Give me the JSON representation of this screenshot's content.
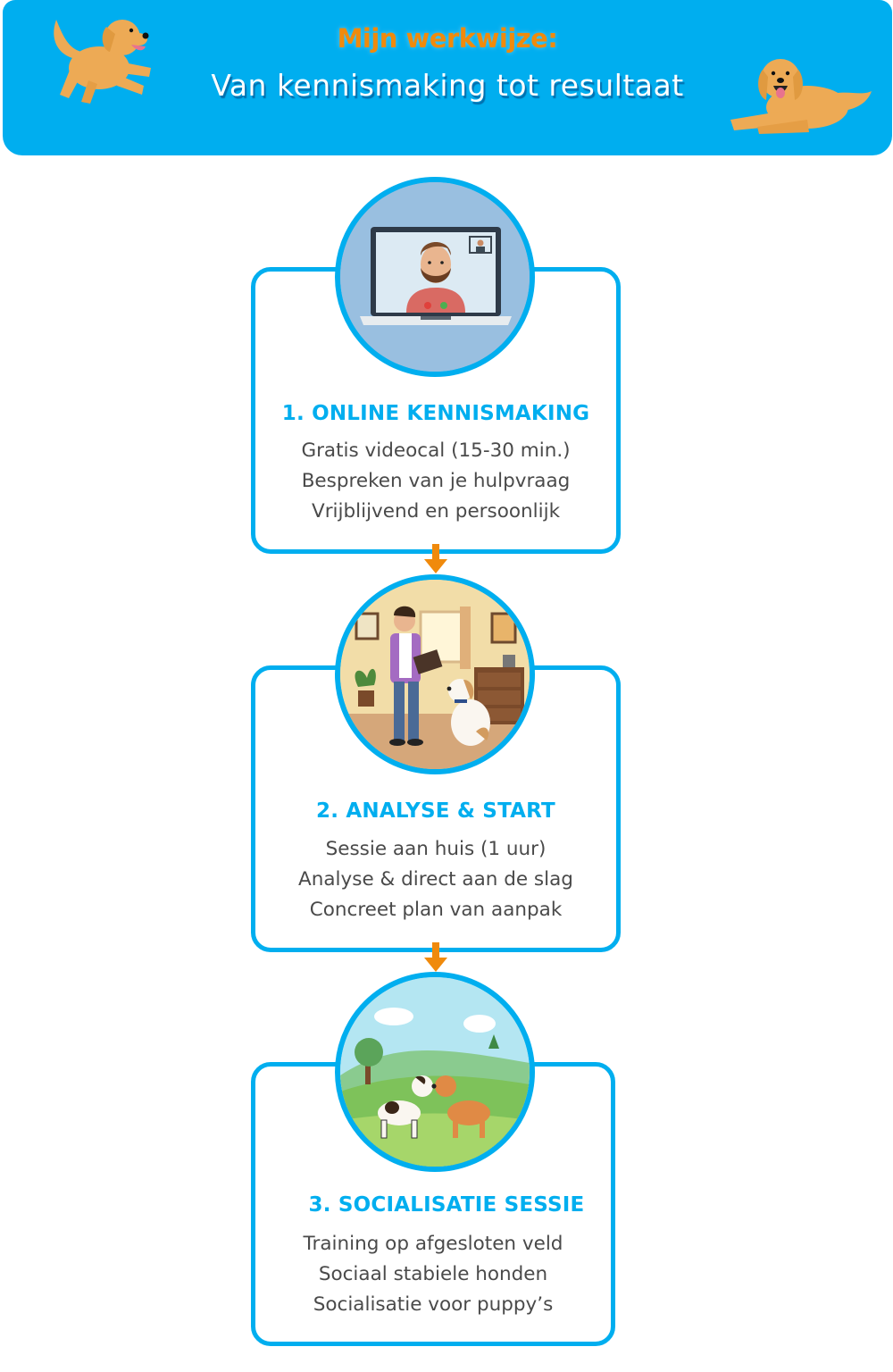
{
  "header": {
    "title": "Mijn werkwijze:",
    "subtitle": "Van kennismaking tot resultaat",
    "background_color": "#00AEEF",
    "title_color": "#F08A0C",
    "left_illustration": "running-golden-retriever",
    "right_illustration": "lying-golden-retriever"
  },
  "steps": [
    {
      "title": "1. ONLINE KENNISMAKING",
      "illustration": "laptop-videocall",
      "lines": [
        "Gratis videocal (15-30 min.)",
        "Bespreken van je hulpvraag",
        "Vrijblijvend en persoonlijk"
      ]
    },
    {
      "title": "2. ANALYSE & START",
      "illustration": "trainer-with-dog-at-home",
      "lines": [
        "Sessie aan huis (1 uur)",
        "Analyse & direct aan de slag",
        "Concreet plan van aanpak"
      ]
    },
    {
      "title": "3. SOCIALISATIE SESSIE",
      "illustration": "two-dogs-in-field",
      "lines": [
        "Training op afgesloten veld",
        "Sociaal stabiele honden",
        "Socialisatie voor puppy’s"
      ]
    }
  ],
  "colors": {
    "accent": "#00AEEF",
    "arrow": "#F08A0C",
    "body_text": "#4A4A4A"
  }
}
